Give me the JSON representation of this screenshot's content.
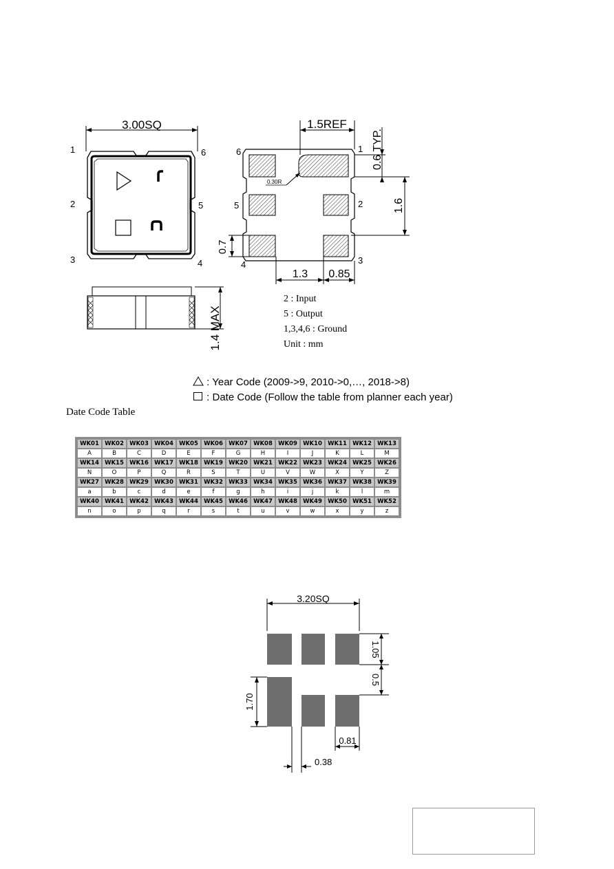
{
  "top_drawing": {
    "dim_top": "3.00SQ",
    "pin_labels_left": [
      "1",
      "2",
      "3"
    ],
    "pin_labels_right": [
      "6",
      "5",
      "4"
    ],
    "height_dim": "1.4 MAX"
  },
  "bottom_view": {
    "dim_ref": "1.5REF",
    "dim_typ": "0.6 TYP.",
    "radius": "0.30R",
    "dim_pitch": "1.6",
    "dim_pad_h": "0.7",
    "dim_13": "1.3",
    "dim_085": "0.85",
    "pin_labels": [
      "6",
      "1",
      "5",
      "2",
      "4",
      "3"
    ]
  },
  "pin_notes": {
    "line1": "2 : Input",
    "line2": "5 : Output",
    "line3": "1,3,4,6 : Ground",
    "line4": "Unit : mm"
  },
  "legend": {
    "year": ": Year Code (2009->9, 2010->0,…, 2018->8)",
    "date": ": Date Code (Follow the table from planner each year)"
  },
  "date_code_title": "Date Code Table",
  "date_code_table": [
    {
      "weeks": [
        "WK01",
        "WK02",
        "WK03",
        "WK04",
        "WK05",
        "WK06",
        "WK07",
        "WK08",
        "WK09",
        "WK10",
        "WK11",
        "WK12",
        "WK13"
      ],
      "codes": [
        "A",
        "B",
        "C",
        "D",
        "E",
        "F",
        "G",
        "H",
        "I",
        "J",
        "K",
        "L",
        "M"
      ]
    },
    {
      "weeks": [
        "WK14",
        "WK15",
        "WK16",
        "WK17",
        "WK18",
        "WK19",
        "WK20",
        "WK21",
        "WK22",
        "WK23",
        "WK24",
        "WK25",
        "WK26"
      ],
      "codes": [
        "N",
        "O",
        "P",
        "Q",
        "R",
        "S",
        "T",
        "U",
        "V",
        "W",
        "X",
        "Y",
        "Z"
      ]
    },
    {
      "weeks": [
        "WK27",
        "WK28",
        "WK29",
        "WK30",
        "WK31",
        "WK32",
        "WK33",
        "WK34",
        "WK35",
        "WK36",
        "WK37",
        "WK38",
        "WK39"
      ],
      "codes": [
        "a",
        "b",
        "c",
        "d",
        "e",
        "f",
        "g",
        "h",
        "i",
        "j",
        "k",
        "l",
        "m"
      ]
    },
    {
      "weeks": [
        "WK40",
        "WK41",
        "WK42",
        "WK43",
        "WK44",
        "WK45",
        "WK46",
        "WK47",
        "WK48",
        "WK49",
        "WK50",
        "WK51",
        "WK52"
      ],
      "codes": [
        "n",
        "o",
        "p",
        "q",
        "r",
        "s",
        "t",
        "u",
        "v",
        "w",
        "x",
        "y",
        "z"
      ]
    }
  ],
  "land_pattern": {
    "dim_top": "3.20SQ",
    "dim_105": "1.05",
    "dim_05": "0.5",
    "dim_170": "1.70",
    "dim_081": "0.81",
    "dim_038": "0.38"
  }
}
